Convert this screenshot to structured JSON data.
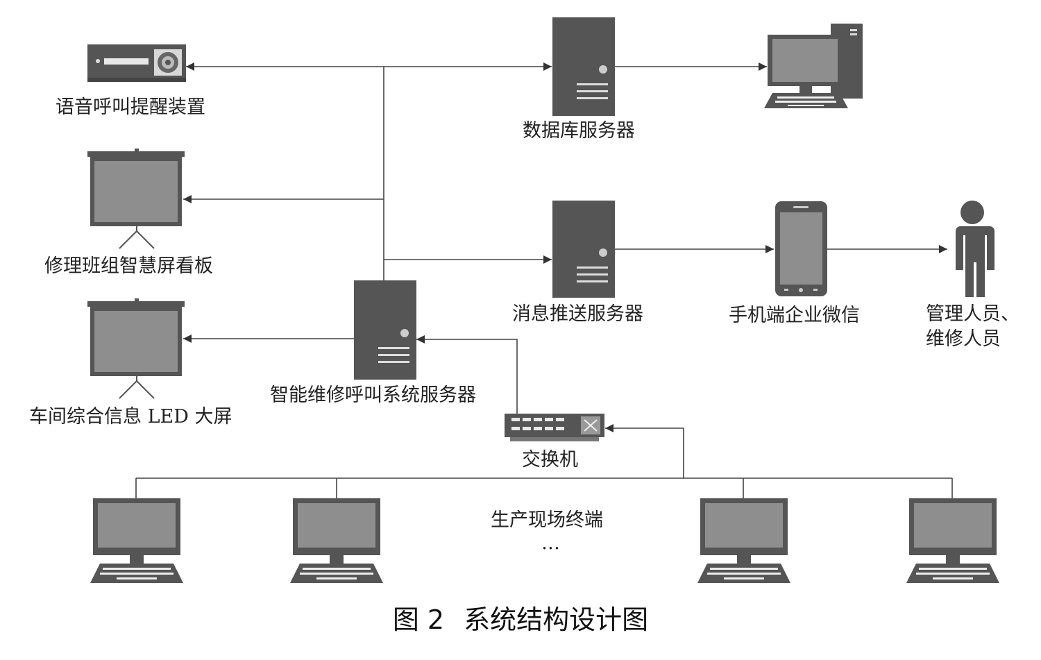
{
  "labels": {
    "voice_device": "语音呼叫提醒装置",
    "repair_board": "修理班组智慧屏看板",
    "workshop_led": "车间综合信息 LED 大屏",
    "smart_server": "智能维修呼叫系统服务器",
    "db_server": "数据库服务器",
    "msg_server": "消息推送服务器",
    "mobile_wechat": "手机端企业微信",
    "staff_line1": "管理人员、",
    "staff_line2": "维修人员",
    "switch": "交换机",
    "terminals": "生产现场终端",
    "ellipsis": "…"
  },
  "caption": {
    "number": "图 2",
    "title": "系统结构设计图"
  },
  "colors": {
    "device": "#555555",
    "screen": "#8e8e8e",
    "line": "#444444"
  }
}
